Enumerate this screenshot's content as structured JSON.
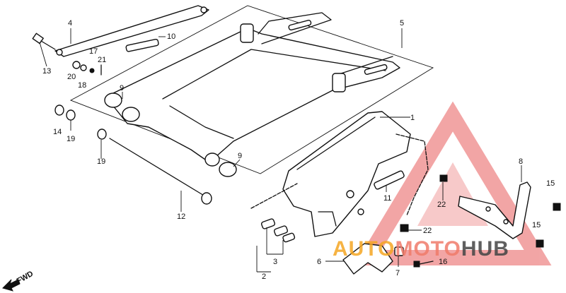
{
  "diagram": {
    "callouts": [
      "1",
      "2",
      "3",
      "4",
      "5",
      "6",
      "7",
      "8",
      "9",
      "9",
      "10",
      "11",
      "12",
      "13",
      "14",
      "15",
      "15",
      "16",
      "17",
      "18",
      "19",
      "19",
      "20",
      "21",
      "22",
      "22"
    ],
    "fwd_label": "FWD"
  },
  "watermark": {
    "brand": "AUTOMOTOHUB",
    "colors": {
      "auto": "#f5a623",
      "moto": "#f07b6a",
      "hub": "#444444",
      "triangle": "#e85c5c"
    }
  }
}
